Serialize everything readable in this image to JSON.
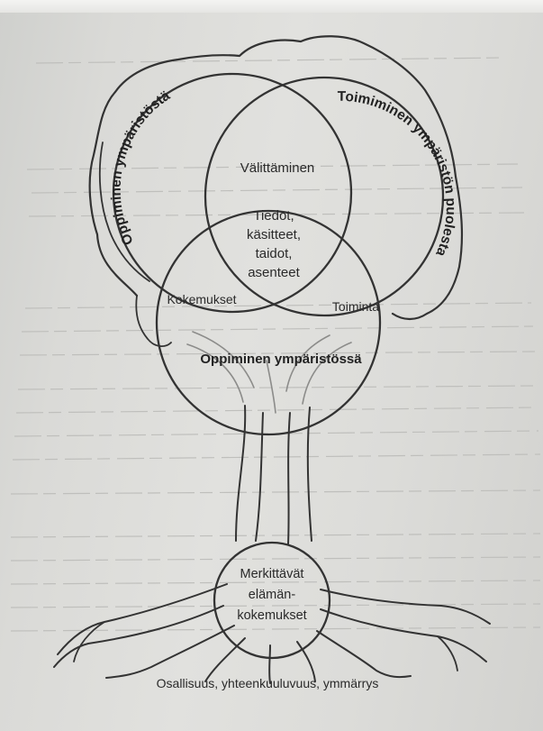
{
  "diagram": {
    "circles": {
      "learning_from_environment": "Oppiminen ympäristöstä",
      "acting_for_environment": "Toimiminen ympäristön puolesta",
      "learning_in_environment": "Oppiminen ympäristössä",
      "significant_life_experiences": [
        "Merkittävät",
        "elämän-",
        "kokemukset"
      ]
    },
    "intersections": {
      "caring": "Välittäminen",
      "center": [
        "Tiedot,",
        "käsitteet,",
        "taidot,",
        "asenteet"
      ],
      "experiences": "Kokemukset",
      "action": "Toiminta"
    },
    "roots_caption": "Osallisuus, yhteenkuuluvuus, ymmärrys"
  }
}
